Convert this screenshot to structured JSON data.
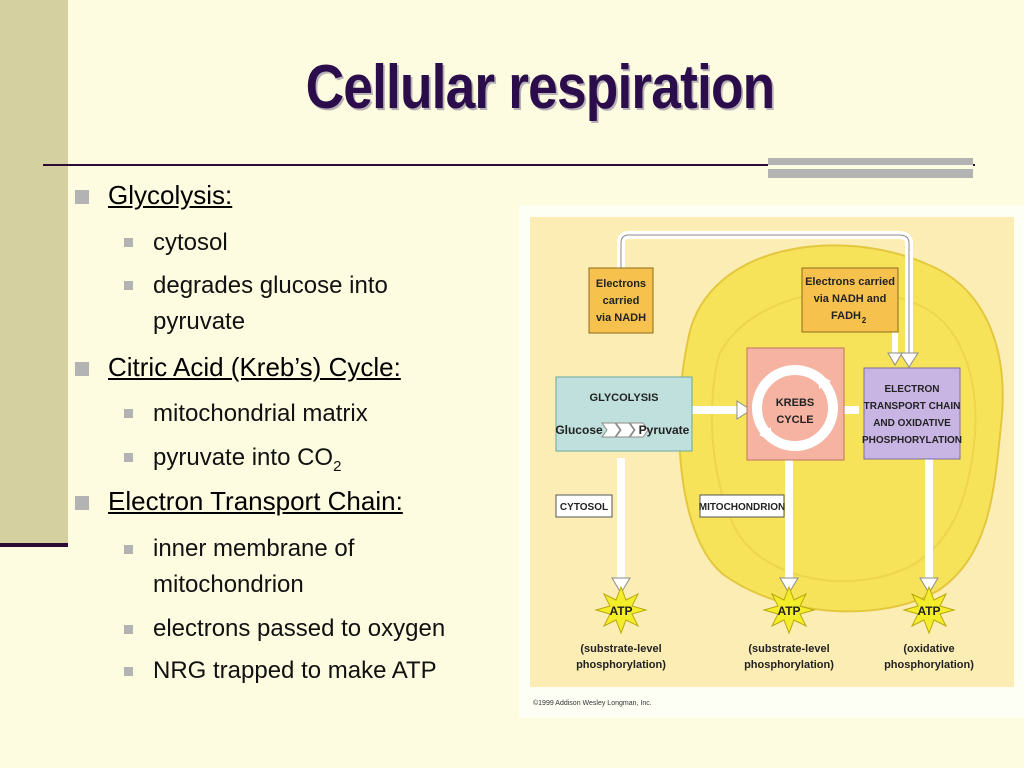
{
  "slide": {
    "title": "Cellular respiration",
    "sections": [
      {
        "heading": "Glycolysis:",
        "items": [
          "cytosol",
          "degrades glucose into pyruvate"
        ]
      },
      {
        "heading": "Citric Acid (Kreb’s) Cycle:",
        "items": [
          "mitochondrial matrix",
          "pyruvate into CO",
          "2"
        ]
      },
      {
        "heading": "Electron Transport Chain:",
        "items": [
          "inner membrane of mitochondrion",
          "electrons passed to oxygen",
          "NRG trapped to make ATP"
        ]
      }
    ]
  },
  "figure": {
    "electrons_nadh": [
      "Electrons",
      "carried",
      "via NADH"
    ],
    "electrons_nadh_fadh": [
      "Electrons carried",
      "via NADH and",
      "FADH",
      "2"
    ],
    "glycolysis": "GLYCOLYSIS",
    "glucose": "Glucose",
    "pyruvate": "Pyruvate",
    "krebs": [
      "KREBS",
      "CYCLE"
    ],
    "etc": [
      "ELECTRON",
      "TRANSPORT CHAIN",
      "AND OXIDATIVE",
      "PHOSPHORYLATION"
    ],
    "cytosol": "CYTOSOL",
    "mitochondrion": "MITOCHONDRION",
    "atp": "ATP",
    "atp_notes": [
      [
        "(substrate-level",
        "phosphorylation)"
      ],
      [
        "(substrate-level",
        "phosphorylation)"
      ],
      [
        "(oxidative",
        "phosphorylation)"
      ]
    ],
    "copyright": "©1999 Addison Wesley Longman, Inc."
  },
  "colors": {
    "title": "#2a0d4a",
    "background": "#fefce0",
    "sidebar": "#d4d09f",
    "bullet": "#b3b3b3",
    "mitochondrion": "#f7e35a",
    "glycolysis_box": "#bfe0dc",
    "krebs_box": "#f6b3a1",
    "etc_box": "#c9b5e4",
    "electron_box": "#f7c14d",
    "atp_star": "#f4ee2a"
  }
}
